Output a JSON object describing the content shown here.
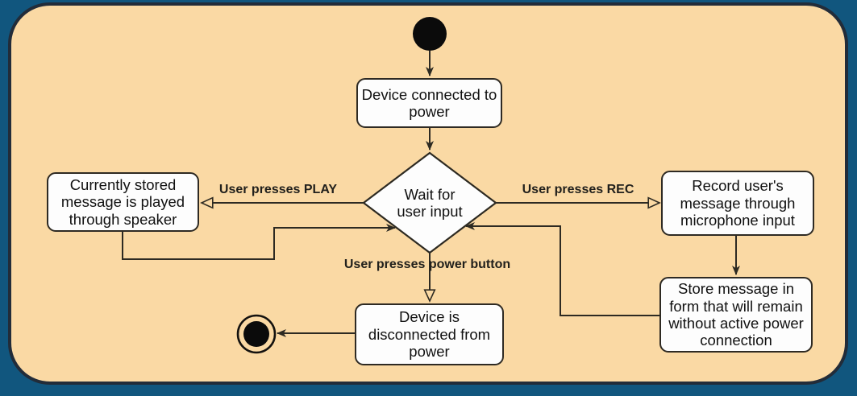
{
  "diagram": {
    "type": "uml-activity-diagram",
    "nodes": {
      "initial": {
        "kind": "initial-state"
      },
      "connected": {
        "label": "Device connected to\npower"
      },
      "wait": {
        "label": "Wait for\nuser input"
      },
      "play": {
        "label": "Currently stored\nmessage is played\nthrough speaker"
      },
      "record": {
        "label": "Record user's\nmessage through\nmicrophone input"
      },
      "store": {
        "label": "Store message in\nform that will remain\nwithout active power\nconnection"
      },
      "disconnected": {
        "label": "Device is\ndisconnected from\npower"
      },
      "final": {
        "kind": "final-state"
      }
    },
    "edge_labels": {
      "play": "User presses PLAY",
      "rec": "User presses REC",
      "power": "User presses power button"
    },
    "colors": {
      "outer_background": "#11567e",
      "frame_fill": "#fad9a4",
      "frame_border": "#222c39",
      "node_fill": "#fdfdfd",
      "node_border": "#2e2a23",
      "connector": "#2d2a22",
      "text": "#111111"
    }
  }
}
